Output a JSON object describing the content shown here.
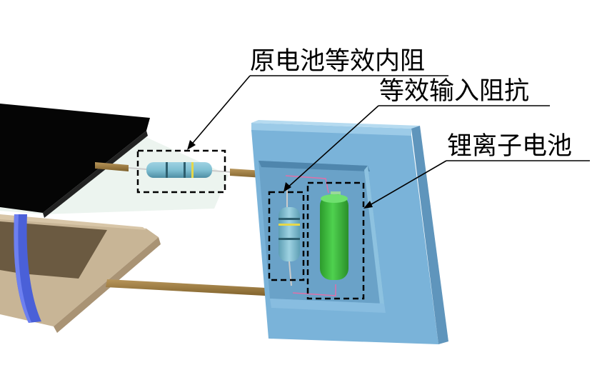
{
  "labels": {
    "internal_resistance": "原电池等效内阻",
    "input_impedance": "等效输入阻抗",
    "battery": "锂离子电池"
  },
  "colors": {
    "housing": "#7ab3d9",
    "battery_body": "#3cbf3c",
    "resistor_body": "#78b8cc",
    "copper_lead": "#9a7a3c",
    "blue_strap": "#4a60d8",
    "top_plate": "#050505",
    "bottom_plate": "#cbb79b"
  }
}
